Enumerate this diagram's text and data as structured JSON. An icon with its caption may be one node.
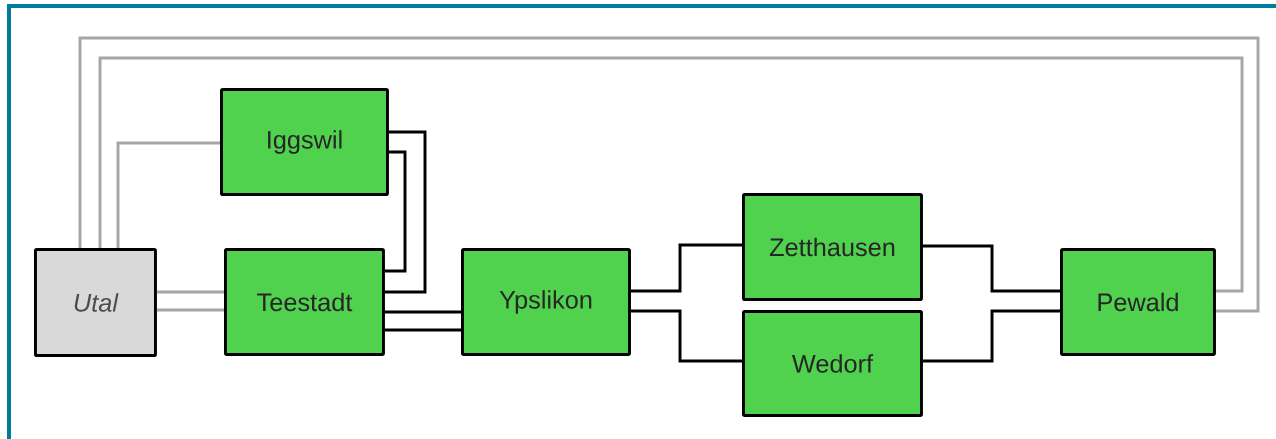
{
  "diagram": {
    "nodes": [
      {
        "text": [
          "Utal"
        ]
      },
      {
        "text": [
          "Iggswil"
        ]
      },
      {
        "text": [
          "Teestadt"
        ]
      },
      {
        "text": [
          "Ypslikon"
        ]
      },
      {
        "text": [
          "Zetthausen"
        ]
      },
      {
        "text": [
          "Wedorf"
        ]
      },
      {
        "text": [
          "Pewald"
        ]
      }
    ],
    "edges": [
      {
        "from": 0,
        "to": 6,
        "arrow": "none",
        "color": "#a6a6a6"
      },
      {
        "from": 0,
        "to": 6,
        "arrow": "none",
        "color": "#a6a6a6"
      },
      {
        "from": 0,
        "to": 1,
        "arrow": "none",
        "color": "#a6a6a6"
      },
      {
        "from": 0,
        "to": 2,
        "arrow": "none",
        "color": "#a6a6a6"
      },
      {
        "from": 0,
        "to": 2,
        "arrow": "none",
        "color": "#a6a6a6"
      },
      {
        "from": 1,
        "to": 2,
        "arrow": "none"
      },
      {
        "from": 1,
        "to": 2,
        "arrow": "none"
      },
      {
        "from": 2,
        "to": 3,
        "arrow": "none"
      },
      {
        "from": 2,
        "to": 3,
        "arrow": "none"
      },
      {
        "from": 3,
        "to": 4,
        "arrow": "none"
      },
      {
        "from": 3,
        "to": 5,
        "arrow": "none"
      },
      {
        "from": 4,
        "to": 6,
        "arrow": "none"
      },
      {
        "from": 5,
        "to": 6,
        "arrow": "none"
      }
    ]
  }
}
